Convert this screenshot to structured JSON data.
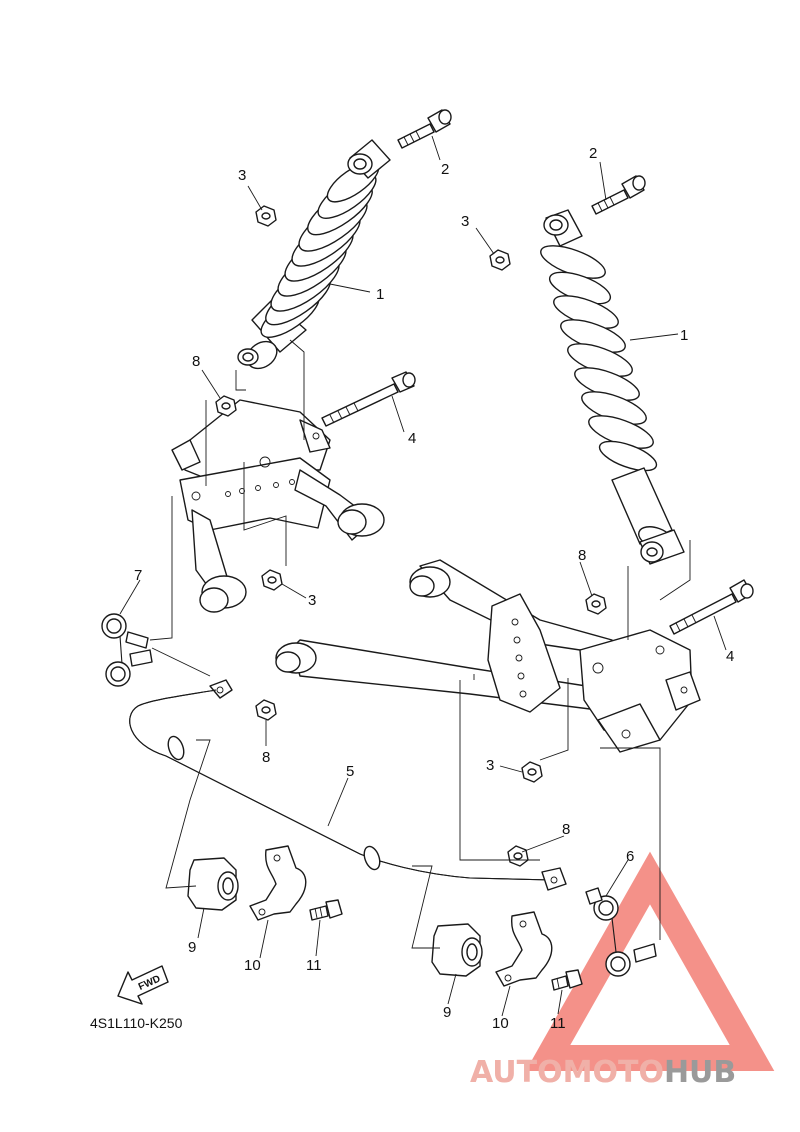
{
  "diagram": {
    "code": "4S1L110-K250",
    "fwd_label": "FWD",
    "callouts": {
      "n1a": "1",
      "n1b": "1",
      "n2a": "2",
      "n2b": "2",
      "n3a": "3",
      "n3b": "3",
      "n3c": "3",
      "n3d": "3",
      "n4a": "4",
      "n4b": "4",
      "n5": "5",
      "n6": "6",
      "n7": "7",
      "n8a": "8",
      "n8b": "8",
      "n8c": "8",
      "n8d": "8",
      "n9a": "9",
      "n9b": "9",
      "n10a": "10",
      "n10b": "10",
      "n11a": "11",
      "n11b": "11"
    }
  },
  "watermark": {
    "part1": "AUTOMOTO",
    "part2": "HUB",
    "color_primary": "#f0b0a8",
    "color_secondary": "#9a9a9a",
    "accent": "#f27e74"
  }
}
